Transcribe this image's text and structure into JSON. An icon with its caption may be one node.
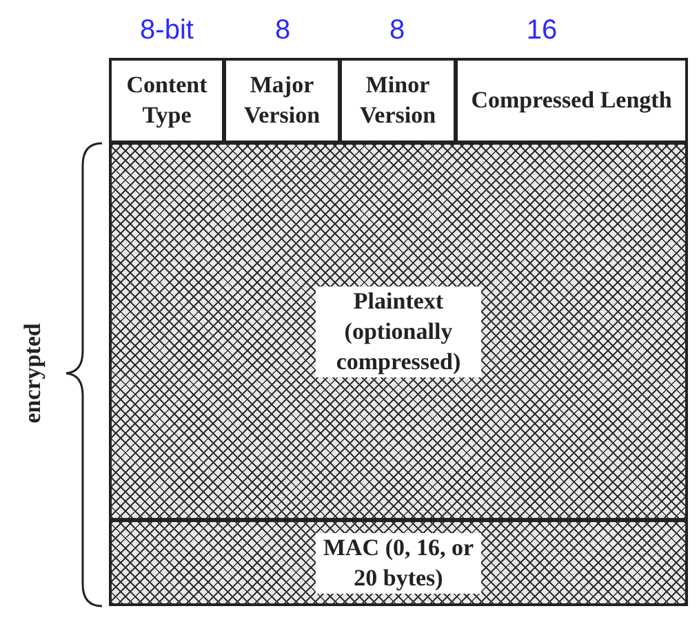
{
  "diagram": {
    "nodes": [
      {
        "text": [
          "Content Type"
        ]
      },
      {
        "text": [
          "Major Version"
        ]
      },
      {
        "text": [
          "Minor Version"
        ]
      },
      {
        "text": [
          "Compressed Length"
        ]
      },
      {
        "text": [
          "Plaintext (optionally compressed)"
        ]
      },
      {
        "text": [
          "MAC (0, 16, or 20 bytes)"
        ]
      }
    ],
    "edges": [],
    "labels": [
      "8-bit",
      "8",
      "8",
      "16",
      "encrypted"
    ]
  }
}
